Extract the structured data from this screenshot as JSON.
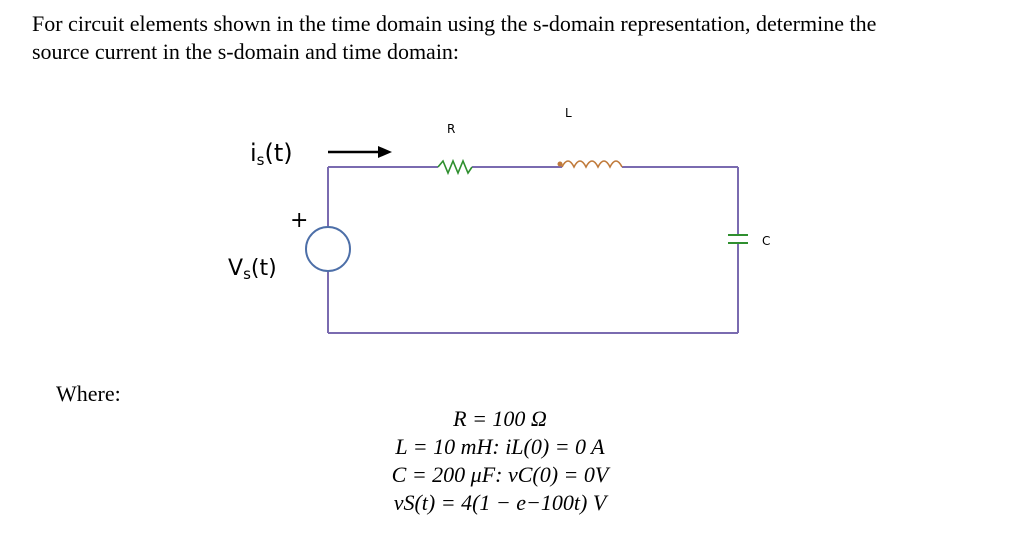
{
  "problem": {
    "line1": "For circuit elements shown in the time domain using the s-domain representation, determine the",
    "line2": "source current in the s-domain and time domain:"
  },
  "circuit": {
    "current_label": "i",
    "current_sub": "s",
    "current_arg": "(t)",
    "voltage_label": "V",
    "voltage_sub": "s",
    "voltage_arg": "(t)",
    "plus_sign": "+",
    "resistor_label": "R",
    "inductor_label": "L",
    "capacitor_label": "C",
    "wire_color": "#7a6bb0",
    "coil_color": "#c07a3a"
  },
  "where_label": "Where:",
  "givens": [
    "R = 100 Ω",
    "L = 10 mH: iL(0) = 0 A",
    "C = 200 μF: vC(0) = 0V",
    "vS(t) = 4(1 − e−100t) V"
  ]
}
